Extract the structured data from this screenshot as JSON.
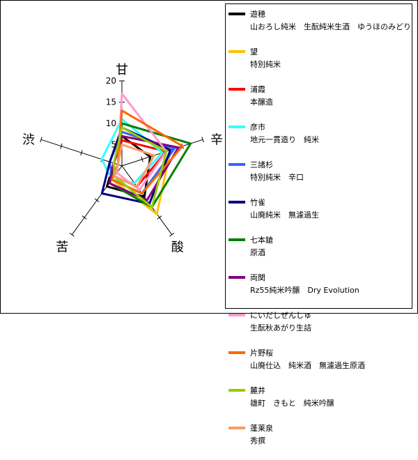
{
  "chart_data": {
    "type": "radar",
    "axes": [
      "甘",
      "辛",
      "酸",
      "苦",
      "渋"
    ],
    "rticks": [
      "5",
      "10",
      "15",
      "20"
    ],
    "rmax": 20,
    "series": [
      {
        "name": "遊穂",
        "sub": "山おろし純米　生酛純米生酒　ゆうほのみどり",
        "color": "#000000",
        "values": [
          7,
          7,
          9,
          6,
          2
        ]
      },
      {
        "name": "望",
        "sub": "特別純米",
        "color": "#ffc000",
        "values": [
          8,
          12,
          14,
          4,
          2
        ]
      },
      {
        "name": "浦霞",
        "sub": "本醸造",
        "color": "#ff0000",
        "values": [
          6,
          11,
          6,
          3,
          2
        ]
      },
      {
        "name": "彦市",
        "sub": "地元一貫造り　純米",
        "color": "#33ffff",
        "values": [
          11,
          10,
          5,
          4,
          5
        ]
      },
      {
        "name": "三諸杉",
        "sub": "特別純米　辛口",
        "color": "#3366ff",
        "values": [
          8,
          13,
          8,
          4,
          3
        ]
      },
      {
        "name": "竹雀",
        "sub": "山廃純米　無濾過生",
        "color": "#000080",
        "values": [
          9,
          12,
          11,
          8,
          3
        ]
      },
      {
        "name": "七本鎗",
        "sub": "原酒",
        "color": "#008000",
        "values": [
          10,
          17,
          12,
          5,
          1
        ]
      },
      {
        "name": "両関",
        "sub": "Rz55純米吟醸　Dry Evolution",
        "color": "#800080",
        "values": [
          7,
          14,
          10,
          5,
          2
        ]
      },
      {
        "name": "にいだしぜんしゅ",
        "sub": "生酛秋あがり生詰",
        "color": "#ff99cc",
        "values": [
          17,
          11,
          7,
          2,
          1
        ]
      },
      {
        "name": "片野桜",
        "sub": "山廃仕込　純米酒　無濾過生原酒",
        "color": "#ff6600",
        "values": [
          13,
          15,
          8,
          4,
          1
        ]
      },
      {
        "name": "麓井",
        "sub": "雄町　きもと　純米吟醸",
        "color": "#99cc00",
        "values": [
          9,
          11,
          12,
          3,
          2
        ]
      },
      {
        "name": "蓬莱泉",
        "sub": "秀撰",
        "color": "#ff9966",
        "values": [
          5,
          8,
          6,
          3,
          1
        ]
      }
    ]
  }
}
